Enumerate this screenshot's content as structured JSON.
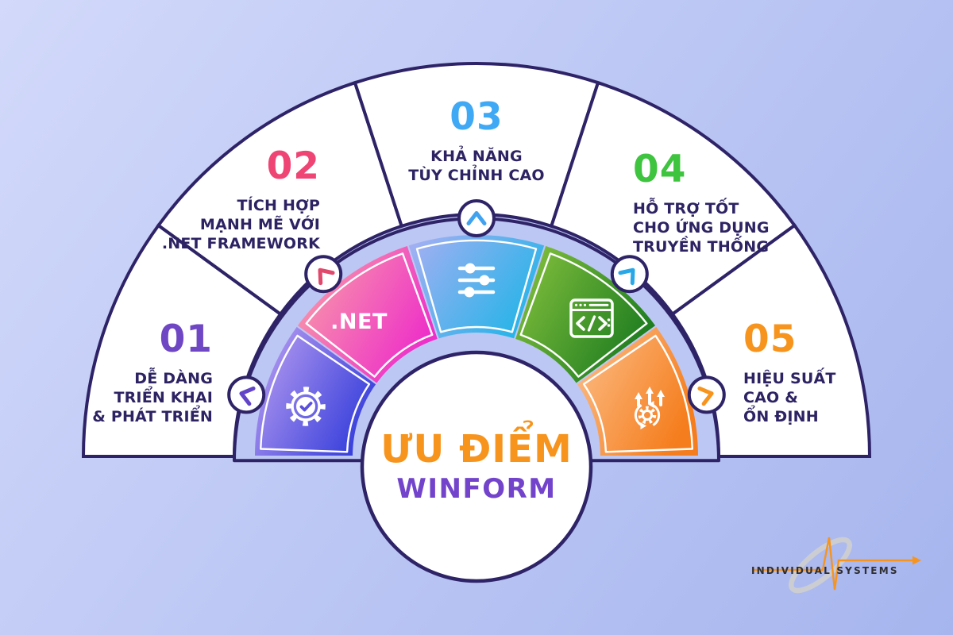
{
  "background": {
    "gradient_from": "#d2d9fa",
    "gradient_to": "#a6b5ee"
  },
  "outline_color": "#2e2366",
  "band_color": "#bcc7f4",
  "title_color": "#2d2363",
  "center": {
    "line1": "ƯU ĐIỂM",
    "line2": "WINFORM",
    "line1_color": "#f7941d",
    "line2_color": "#7344cb"
  },
  "sections": [
    {
      "number": "01",
      "title": "DỄ DÀNG\nTRIỂN KHAI\n& PHÁT TRIỂN",
      "number_color": "#6f46c4",
      "chevron_color": "#6244c8",
      "icon": "gear-check-icon",
      "wedge_from": "#c2a4f2",
      "wedge_to": "#3b42dc"
    },
    {
      "number": "02",
      "title": "TÍCH HỢP\nMẠNH MẼ VỚI\n.NET FRAMEWORK",
      "number_color": "#ee4575",
      "chevron_color": "#e0486c",
      "icon": "dotnet-icon",
      "icon_label": ".NET",
      "wedge_from": "#f9a8a4",
      "wedge_to": "#ee2fc9"
    },
    {
      "number": "03",
      "title": "KHẢ NĂNG\nTÙY CHỈNH CAO",
      "number_color": "#3fa9f5",
      "chevron_color": "#41a3f0",
      "icon": "sliders-icon",
      "wedge_from": "#a9aff3",
      "wedge_to": "#28b4e8"
    },
    {
      "number": "04",
      "title": "HỖ TRỢ TỐT\nCHO ỨNG DỤNG\nTRUYỀN THỐNG",
      "number_color": "#3ec43e",
      "chevron_color": "#29a8e8",
      "icon": "code-window-icon",
      "wedge_from": "#8bc53f",
      "wedge_to": "#1e7d20"
    },
    {
      "number": "05",
      "title": "HIỆU SUẤT\nCAO &\nỔN ĐỊNH",
      "number_color": "#f7941d",
      "chevron_color": "#f7941d",
      "icon": "growth-gear-icon",
      "wedge_from": "#fcc18d",
      "wedge_to": "#f57d1d"
    }
  ],
  "logo": {
    "text": "INDIVIDUAL SYSTEMS",
    "accent_color": "#f7941d",
    "ellipse_color": "#cbcdd3",
    "text_color": "#2e2e33"
  }
}
